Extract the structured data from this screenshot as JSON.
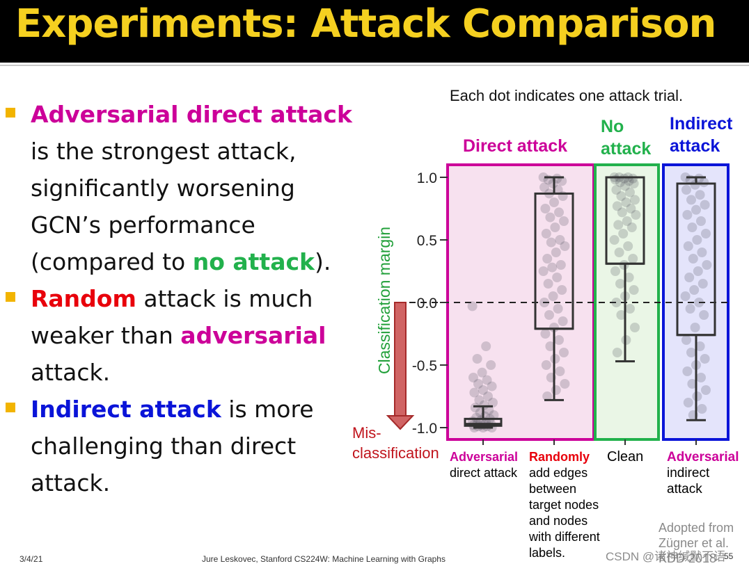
{
  "slide": {
    "title": "Experiments: Attack Comparison",
    "bullets": [
      [
        {
          "t": "Adversarial direct attack",
          "c": "mag"
        },
        {
          "t": " is the strongest attack, significantly worsening GCN’s performance (compared to ",
          "c": ""
        },
        {
          "t": "no attack",
          "c": "grn"
        },
        {
          "t": ").",
          "c": ""
        }
      ],
      [
        {
          "t": "Random",
          "c": "red"
        },
        {
          "t": " attack is much weaker than ",
          "c": ""
        },
        {
          "t": "adversarial",
          "c": "mag"
        },
        {
          "t": " attack.",
          "c": ""
        }
      ],
      [
        {
          "t": "Indirect attack",
          "c": "blu"
        },
        {
          "t": " is more challenging than direct attack.",
          "c": ""
        }
      ]
    ],
    "footer_date": "3/4/21",
    "footer_credit": "Jure Leskovec, Stanford CS224W: Machine Learning with Graphs",
    "page_number": "55",
    "watermark": "CSDN @诸神缄默不语",
    "colors": {
      "title": "#f5d020",
      "magenta": "#cc0099",
      "green": "#22b14c",
      "blue": "#0a14d8",
      "red": "#e8000b",
      "bullet": "#f2b400"
    }
  },
  "chart_data": {
    "type": "box",
    "annotation_top": "Each dot indicates one attack trial.",
    "ylabel": "Classification margin",
    "ylim": [
      -1.08,
      1.08
    ],
    "yticks": [
      1.0,
      0.5,
      0.0,
      -0.5,
      -1.0
    ],
    "ytick_labels": [
      "1.0",
      "0.5",
      "0.0",
      "-0.5",
      "-1.0"
    ],
    "reference_line": 0.0,
    "misclassification_label": [
      "Mis-",
      "classification"
    ],
    "source_note": [
      "Adopted from",
      "Zügner et al.",
      "KDD 2018"
    ],
    "groups": [
      {
        "header": [
          "Direct attack"
        ],
        "header_color": "#cc0099",
        "xlabel_lines": [
          [
            "Adversarial",
            "#cc0099",
            true
          ],
          [
            "direct attack",
            "#000000",
            false
          ]
        ],
        "box_color": "#cc0099",
        "fill": "#f7e1ef",
        "whisker_low": -1.0,
        "q1": -0.985,
        "median": -0.97,
        "q3": -0.93,
        "whisker_high": -0.83,
        "points": [
          -0.03,
          -0.35,
          -0.45,
          -0.5,
          -0.56,
          -0.6,
          -0.62,
          -0.65,
          -0.67,
          -0.7,
          -0.72,
          -0.75,
          -0.78,
          -0.8,
          -0.82,
          -0.84,
          -0.86,
          -0.88,
          -0.9,
          -0.91,
          -0.92,
          -0.93,
          -0.94,
          -0.95,
          -0.96,
          -0.97,
          -0.97,
          -0.98,
          -0.98,
          -0.99,
          -0.99,
          -1.0,
          -1.0,
          -1.0
        ]
      },
      {
        "header": [],
        "header_color": "#cc0099",
        "xlabel_lines": [
          [
            "Randomly",
            "#e8000b",
            true
          ],
          [
            "add edges",
            "#000000",
            false
          ],
          [
            "between",
            "#000000",
            false
          ],
          [
            "target nodes",
            "#000000",
            false
          ],
          [
            "and nodes",
            "#000000",
            false
          ],
          [
            "with different",
            "#000000",
            false
          ],
          [
            "labels.",
            "#000000",
            false
          ]
        ],
        "box_color": "#cc0099",
        "fill": "#f7e1ef",
        "whisker_low": -0.78,
        "q1": -0.21,
        "median": -0.21,
        "q3": 0.87,
        "whisker_high": 1.0,
        "points": [
          1.0,
          0.99,
          0.98,
          0.97,
          0.95,
          0.92,
          0.9,
          0.87,
          0.85,
          0.8,
          0.75,
          0.72,
          0.68,
          0.65,
          0.6,
          0.55,
          0.5,
          0.48,
          0.45,
          0.4,
          0.35,
          0.3,
          0.28,
          0.25,
          0.2,
          0.15,
          0.1,
          0.05,
          0.0,
          -0.05,
          -0.1,
          -0.15,
          -0.2,
          -0.25,
          -0.3,
          -0.35,
          -0.4,
          -0.45,
          -0.5,
          -0.55,
          -0.6,
          -0.65,
          -0.7,
          -0.75
        ]
      },
      {
        "header": [
          "No",
          "attack"
        ],
        "header_color": "#22b14c",
        "xlabel_lines": [
          [
            "Clean",
            "#000000",
            false
          ]
        ],
        "box_color": "#22b14c",
        "fill": "#eaf6e6",
        "whisker_low": -0.47,
        "q1": 0.31,
        "median": 0.31,
        "q3": 1.0,
        "whisker_high": 1.0,
        "points": [
          1.0,
          1.0,
          1.0,
          0.99,
          0.99,
          0.98,
          0.97,
          0.96,
          0.95,
          0.93,
          0.9,
          0.88,
          0.85,
          0.82,
          0.8,
          0.77,
          0.75,
          0.72,
          0.7,
          0.65,
          0.62,
          0.6,
          0.55,
          0.5,
          0.45,
          0.4,
          0.35,
          0.3,
          0.25,
          0.2,
          0.15,
          0.1,
          0.05,
          0.0,
          -0.05,
          -0.1,
          -0.2,
          -0.3,
          -0.4
        ]
      },
      {
        "header": [
          "Indirect",
          "attack"
        ],
        "header_color": "#0a14d8",
        "xlabel_lines": [
          [
            "Adversarial",
            "#cc0099",
            true
          ],
          [
            "indirect",
            "#000000",
            false
          ],
          [
            "attack",
            "#000000",
            false
          ]
        ],
        "box_color": "#0a14d8",
        "fill": "#e4e4fb",
        "whisker_low": -0.94,
        "q1": -0.26,
        "median": -0.26,
        "q3": 0.95,
        "whisker_high": 1.0,
        "points": [
          1.0,
          0.99,
          0.98,
          0.96,
          0.94,
          0.9,
          0.86,
          0.82,
          0.78,
          0.74,
          0.7,
          0.65,
          0.6,
          0.55,
          0.5,
          0.45,
          0.4,
          0.35,
          0.3,
          0.25,
          0.2,
          0.15,
          0.1,
          0.05,
          0.0,
          -0.05,
          -0.1,
          -0.2,
          -0.3,
          -0.35,
          -0.4,
          -0.45,
          -0.5,
          -0.55,
          -0.6,
          -0.65,
          -0.7,
          -0.75,
          -0.8,
          -0.85,
          -0.9
        ]
      }
    ]
  }
}
